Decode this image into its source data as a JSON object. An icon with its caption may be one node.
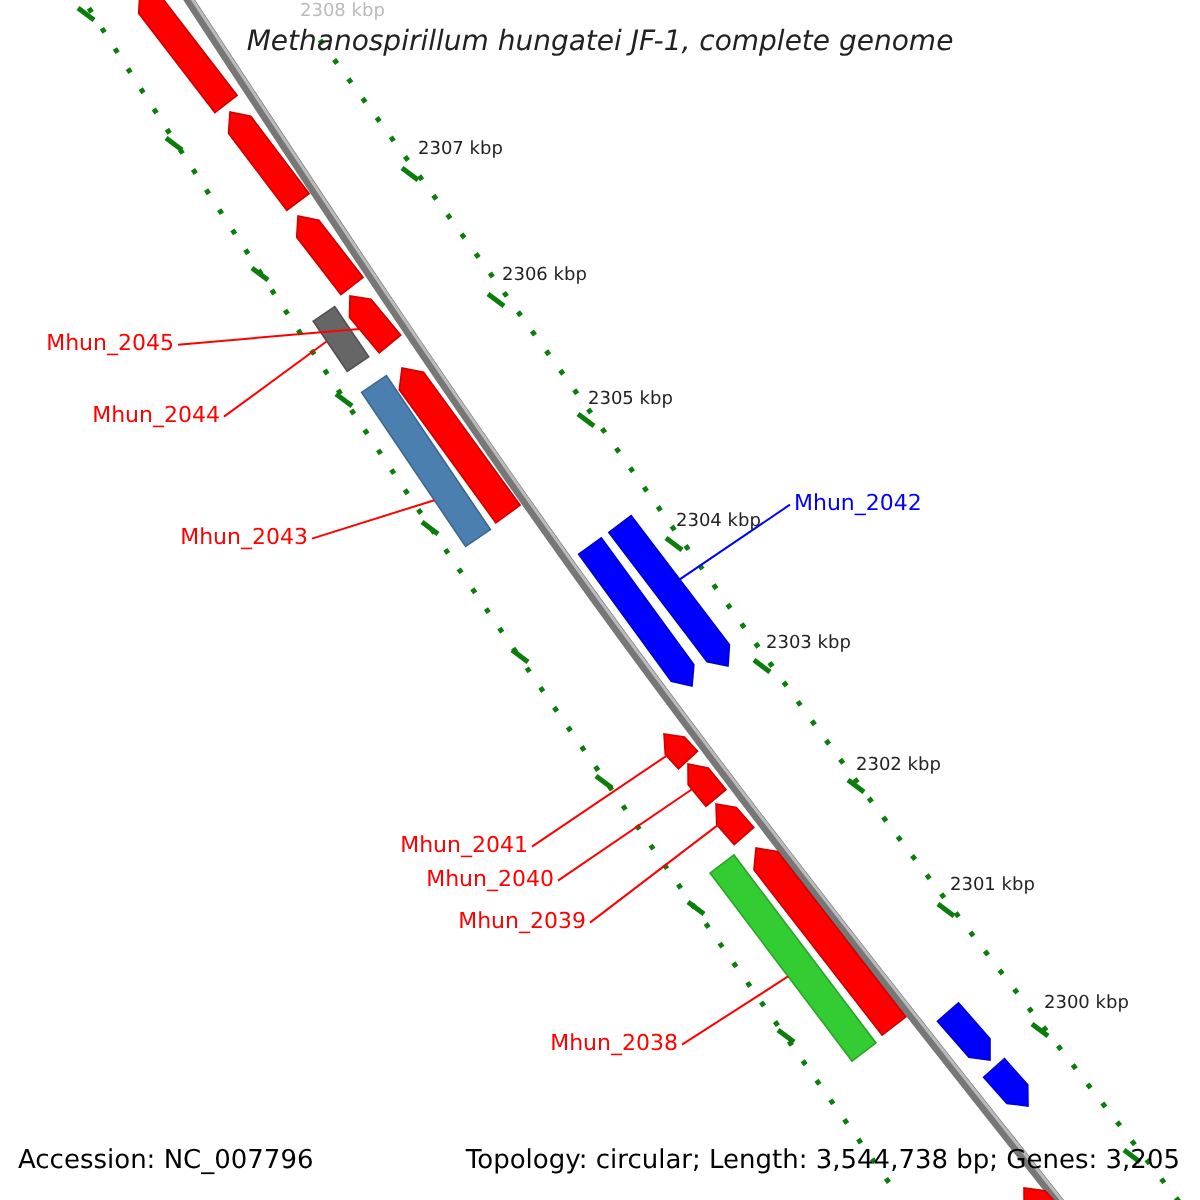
{
  "diagram": {
    "title": "Methanospirillum hungatei JF-1, complete genome",
    "nodes": [
      {
        "text": [
          "Mhun_2045"
        ]
      },
      {
        "text": [
          "Mhun_2044"
        ]
      },
      {
        "text": [
          "Mhun_2043"
        ]
      },
      {
        "text": [
          "Mhun_2042"
        ]
      },
      {
        "text": [
          "Mhun_2041"
        ]
      },
      {
        "text": [
          "Mhun_2040"
        ]
      },
      {
        "text": [
          "Mhun_2039"
        ]
      },
      {
        "text": [
          "Mhun_2038"
        ]
      },
      {
        "text": [],
        "shape": "arrow"
      },
      {
        "text": [],
        "shape": "arrow"
      },
      {
        "text": [],
        "shape": "arrow"
      },
      {
        "text": [],
        "shape": "arrow"
      },
      {
        "text": [],
        "shape": "bar"
      },
      {
        "text": [],
        "shape": "bar"
      },
      {
        "text": [],
        "shape": "arrow"
      },
      {
        "text": [],
        "shape": "arrow"
      },
      {
        "text": [],
        "shape": "arrow"
      },
      {
        "text": [],
        "shape": "arrow"
      },
      {
        "text": [],
        "shape": "arrow"
      },
      {
        "text": [],
        "shape": "arrow"
      },
      {
        "text": [],
        "shape": "arrow"
      },
      {
        "text": [],
        "shape": "bar"
      },
      {
        "text": [],
        "shape": "arrow"
      },
      {
        "text": [],
        "shape": "arrow"
      },
      {
        "text": [],
        "shape": "arrow"
      }
    ],
    "edges": [
      {
        "from": 0,
        "to": 11,
        "arrow": "none"
      },
      {
        "from": 1,
        "to": 12,
        "arrow": "none"
      },
      {
        "from": 2,
        "to": 13,
        "arrow": "none"
      },
      {
        "from": 3,
        "to": 15,
        "arrow": "none",
        "color": "#0000ff"
      },
      {
        "from": 4,
        "to": 17,
        "arrow": "none"
      },
      {
        "from": 5,
        "to": 18,
        "arrow": "none"
      },
      {
        "from": 6,
        "to": 19,
        "arrow": "none"
      },
      {
        "from": 7,
        "to": 21,
        "arrow": "none"
      }
    ],
    "labels": [
      "2308 kbp",
      "2307 kbp",
      "2306 kbp",
      "2305 kbp",
      "2304 kbp",
      "2303 kbp",
      "2302 kbp",
      "2301 kbp",
      "2300 kbp",
      "Accession: NC_007796",
      "Topology: circular; Length: 3,544,738 bp; Genes: 3,205"
    ]
  }
}
